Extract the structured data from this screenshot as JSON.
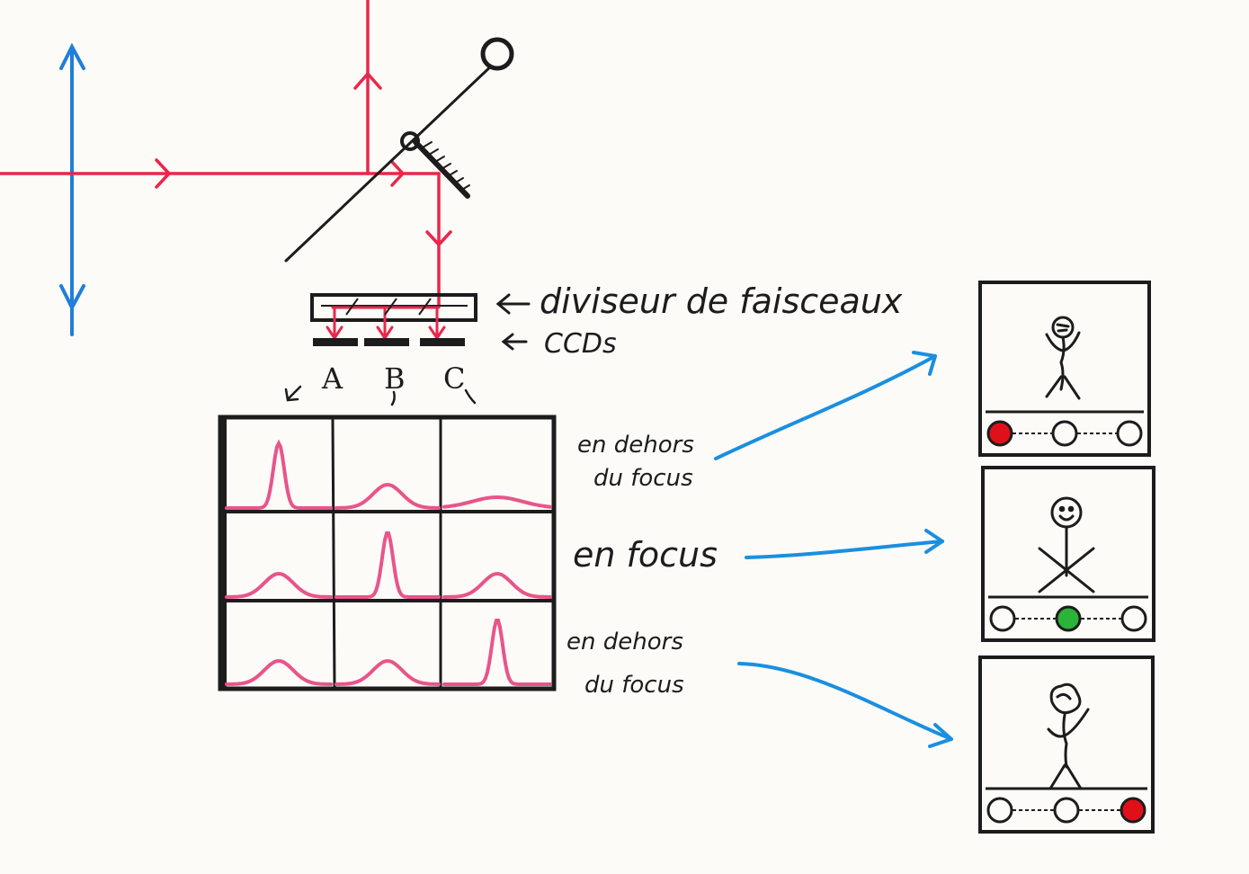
{
  "labels": {
    "beam_splitter": "diviseur de faisceaux",
    "ccds": "CCDs",
    "ccd_a": "A",
    "ccd_b": "B",
    "ccd_c": "C",
    "row1_line1": "en dehors",
    "row1_line2": "du focus",
    "row2": "en focus",
    "row3_line1": "en dehors",
    "row3_line2": "du focus"
  },
  "colors": {
    "laser": "#e8274b",
    "lens": "#1f7fd9",
    "ink": "#1c1c1c",
    "peak": "#e8558a",
    "arrow": "#1a8fe0",
    "indicator_red": "#e0101a",
    "indicator_green": "#2bb33a"
  },
  "grid_rows": [
    {
      "peaks": [
        "sharp",
        "broad",
        "flat"
      ]
    },
    {
      "peaks": [
        "broad",
        "sharp",
        "broad"
      ]
    },
    {
      "peaks": [
        "broad",
        "broad",
        "sharp"
      ]
    }
  ],
  "panels": [
    {
      "figure": "messy-stick-figure",
      "active_indicator": 0,
      "active_color": "red"
    },
    {
      "figure": "smiling-stick-figure",
      "active_indicator": 1,
      "active_color": "green"
    },
    {
      "figure": "scribbled-stick-figure",
      "active_indicator": 2,
      "active_color": "red"
    }
  ]
}
